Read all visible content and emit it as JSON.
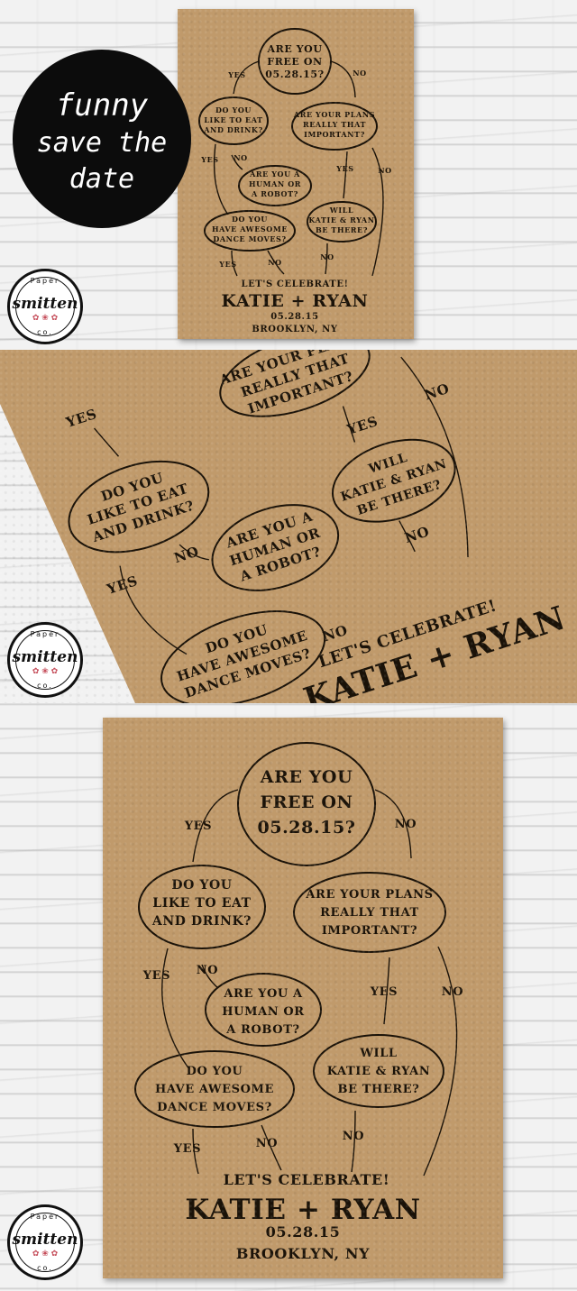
{
  "badge": {
    "line1": "funny",
    "line2": "save the",
    "line3": "date"
  },
  "stamp": {
    "top": "Paper",
    "middle": "smitten",
    "bottom": "co."
  },
  "flowchart": {
    "q_free": [
      "ARE YOU",
      "FREE ON",
      "05.28.15?"
    ],
    "q_eat": [
      "DO YOU",
      "LIKE TO EAT",
      "AND DRINK?"
    ],
    "q_plans": [
      "ARE YOUR PLANS",
      "REALLY THAT",
      "IMPORTANT?"
    ],
    "q_human": [
      "ARE YOU A",
      "HUMAN OR",
      "A ROBOT?"
    ],
    "q_dance": [
      "DO YOU",
      "HAVE AWESOME",
      "DANCE MOVES?"
    ],
    "q_will": [
      "WILL",
      "KATIE & RYAN",
      "BE THERE?"
    ],
    "yes": "YES",
    "no": "NO",
    "celebrate": "LET'S CELEBRATE!",
    "names": "KATIE + RYAN",
    "date": "05.28.15",
    "place": "BROOKLYN, NY"
  },
  "zoom_panel": {
    "q_plans": [
      "ARE YOUR PLANS",
      "REALLY THAT",
      "IMPORTANT?"
    ],
    "q_eat": [
      "DO YOU",
      "LIKE TO EAT",
      "AND DRINK?"
    ],
    "q_human": [
      "ARE YOU A",
      "HUMAN OR",
      "A ROBOT?"
    ],
    "q_will": [
      "WILL",
      "KATIE & RYAN",
      "BE THERE?"
    ],
    "q_dance": [
      "DO YOU",
      "HAVE AWESOME",
      "DANCE MOVES?"
    ],
    "celebrate": "LET'S CELEBRATE!",
    "names": "KATIE + RYAN"
  },
  "colors": {
    "kraft": "#c09a6b",
    "ink": "#1a1208",
    "wood": "#f2f2f2",
    "badge": "#0c0c0c",
    "flower": "#c54d5a"
  }
}
